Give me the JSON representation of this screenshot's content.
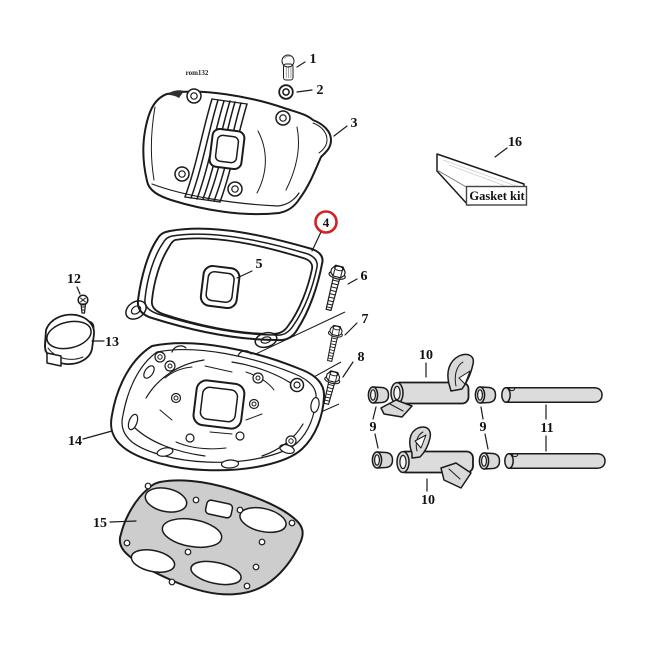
{
  "diagram": {
    "type": "exploded-parts-diagram",
    "watermark": "rom132",
    "highlight": "#d42020",
    "kit": {
      "label": "Gasket kit"
    },
    "callouts": {
      "n1": "1",
      "n2": "2",
      "n3": "3",
      "n4": "4",
      "n5": "5",
      "n6": "6",
      "n7": "7",
      "n8": "8",
      "n9a": "9",
      "n9b": "9",
      "n10a": "10",
      "n10b": "10",
      "n11": "11",
      "n12": "12",
      "n13": "13",
      "n14": "14",
      "n15": "15",
      "n16": "16"
    }
  }
}
